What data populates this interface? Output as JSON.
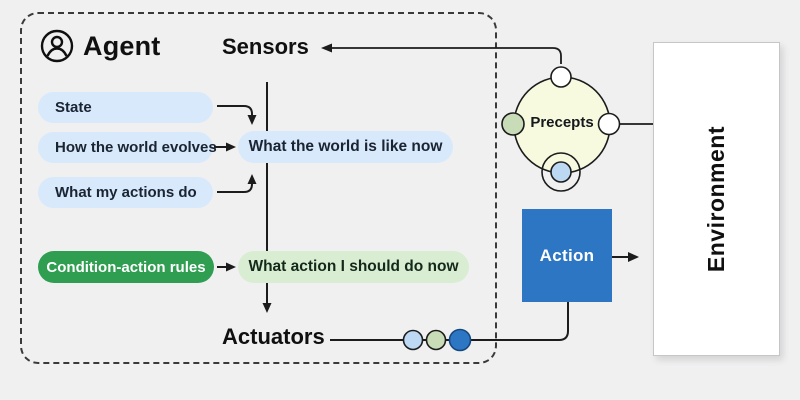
{
  "agent": {
    "label": "Agent",
    "sensors_label": "Sensors",
    "actuators_label": "Actuators",
    "state_pills": [
      {
        "label": "State"
      },
      {
        "label": "How the world evolves"
      },
      {
        "label": "What my actions do"
      }
    ],
    "world_state_label": "What the world is like now",
    "rules_label": "Condition-action rules",
    "action_decision_label": "What action I should do now"
  },
  "precepts": {
    "label": "Precepts"
  },
  "action": {
    "label": "Action"
  },
  "environment": {
    "label": "Environment"
  },
  "icons": {
    "agent_icon": "person-in-circle",
    "actuator_signal_dots": [
      "light-blue-dot",
      "light-green-dot",
      "blue-dot"
    ],
    "precept_nodes": [
      "white-node-top",
      "green-node-left",
      "white-node-right",
      "blue-node-bottom"
    ]
  },
  "colors": {
    "bg": "#f0f0f1",
    "pill-blue": "#d8e9fb",
    "pill-green-light": "#d9edd3",
    "green-dark": "#2f9e51",
    "action-blue": "#2d76c4",
    "precepts-yellow": "#f8fadf",
    "node-green": "#c8dcb8",
    "node-blue": "#bcd8f2",
    "ink": "#1a2433"
  }
}
